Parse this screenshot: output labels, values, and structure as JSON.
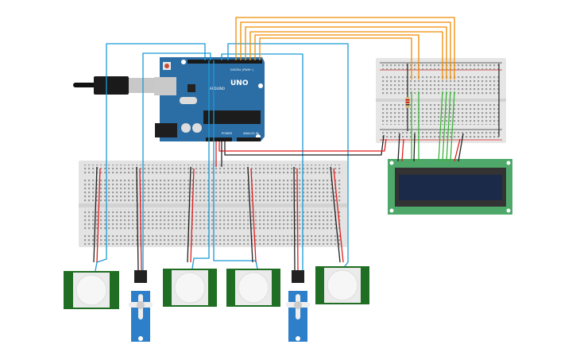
{
  "colors": {
    "arduino": "#2b6ea6",
    "breadboard": "#e6e6e6",
    "lcd_pcb": "#4ea86a",
    "lcd_screen": "#1c2a4a",
    "pir_pcb": "#1f6e23",
    "servo": "#2d7fc9",
    "wire_signal_blue": "#1a9ad6",
    "wire_orange": "#f08c00",
    "wire_green": "#3cb43c",
    "wire_red": "#e01e1e",
    "wire_black": "#222222"
  },
  "arduino": {
    "logo": "UNO",
    "brand": "ARDUINO",
    "digital_label": "DIGITAL (PWM~)",
    "power_label": "POWER",
    "analog_label": "ANALOG IN"
  },
  "components": {
    "pir_sensors": 4,
    "servos": 2,
    "breadboards": 2,
    "lcd": 1,
    "resistor": 1
  }
}
